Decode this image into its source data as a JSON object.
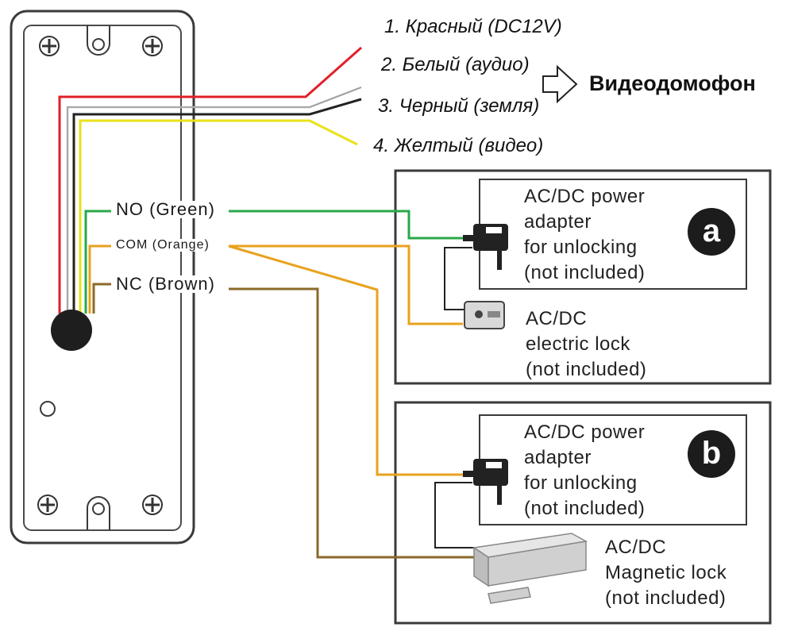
{
  "wires": [
    {
      "text": "1. Красный (DC12V)",
      "color": "#e0202a"
    },
    {
      "text": "2. Белый (аудио)",
      "color": "#bdbdbd"
    },
    {
      "text": "3. Черный (земля)",
      "color": "#222222"
    },
    {
      "text": "4. Желтый (видео)",
      "color": "#e8e21a"
    }
  ],
  "destination": "Видеодомофон",
  "terminals": {
    "no": {
      "text": "NO (Green)",
      "color": "#2aa84a"
    },
    "com": {
      "text": "COM (Orange)",
      "color": "#e8a21e"
    },
    "nc": {
      "text": "NC (Brown)",
      "color": "#8a6a2a"
    }
  },
  "panel_a": {
    "badge": "a",
    "adapter_lines": [
      "AC/DC power",
      "adapter",
      "for unlocking",
      "(not included)"
    ],
    "lock_lines": [
      "AC/DC",
      "electric lock",
      "(not included)"
    ]
  },
  "panel_b": {
    "badge": "b",
    "adapter_lines": [
      "AC/DC power",
      "adapter",
      "for unlocking",
      "(not included)"
    ],
    "lock_lines": [
      "AC/DC",
      "Magnetic lock",
      "(not included)"
    ]
  }
}
